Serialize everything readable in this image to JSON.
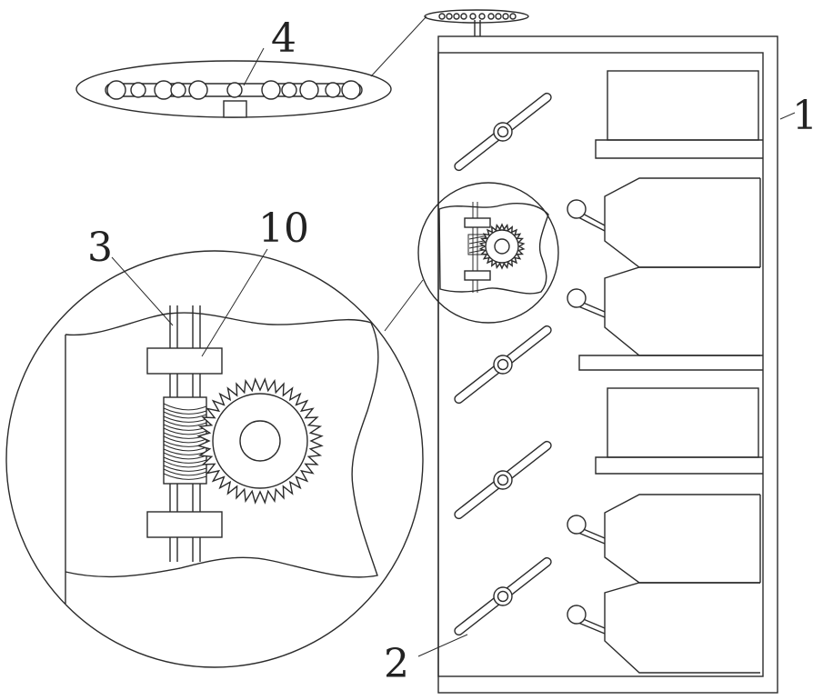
{
  "labels": {
    "housing": "1",
    "blade": "2",
    "rack": "3",
    "roller_bar": "4",
    "worm_gear": "10"
  },
  "colors": {
    "line": "#2b2b2b",
    "background": "#ffffff"
  }
}
